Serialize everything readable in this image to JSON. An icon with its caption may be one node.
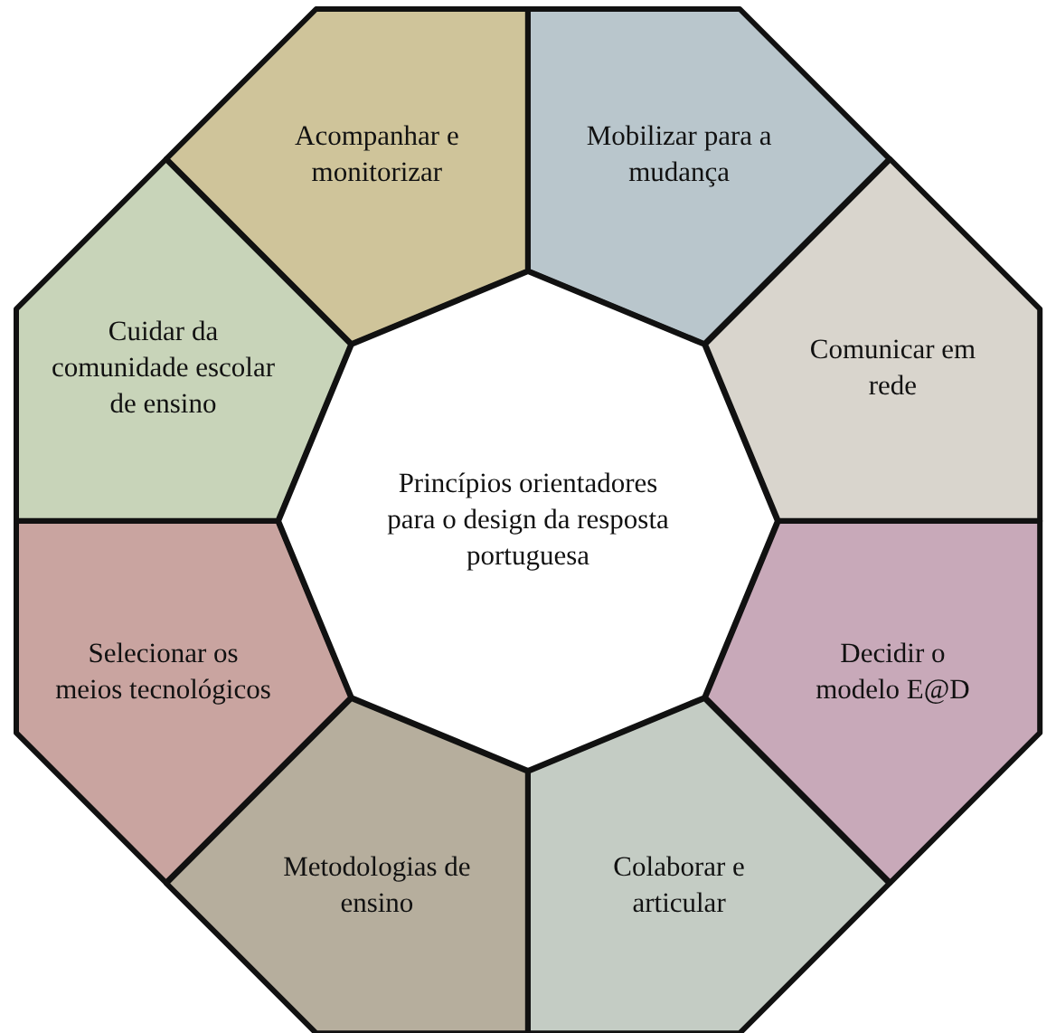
{
  "diagram": {
    "nodes": [
      {
        "text": [
          "Princípios orientadores para o design da resposta portuguesa"
        ]
      },
      {
        "text": [
          "Acompanhar e monitorizar"
        ]
      },
      {
        "text": [
          "Mobilizar para a mudança"
        ]
      },
      {
        "text": [
          "Comunicar em rede"
        ]
      },
      {
        "text": [
          "Decidir o modelo E@D"
        ]
      },
      {
        "text": [
          "Colaborar e articular"
        ]
      },
      {
        "text": [
          "Metodologias de ensino"
        ]
      },
      {
        "text": [
          "Selecionar os meios tecnológicos"
        ]
      },
      {
        "text": [
          "Cuidar da comunidade escolar de ensino"
        ]
      }
    ]
  }
}
